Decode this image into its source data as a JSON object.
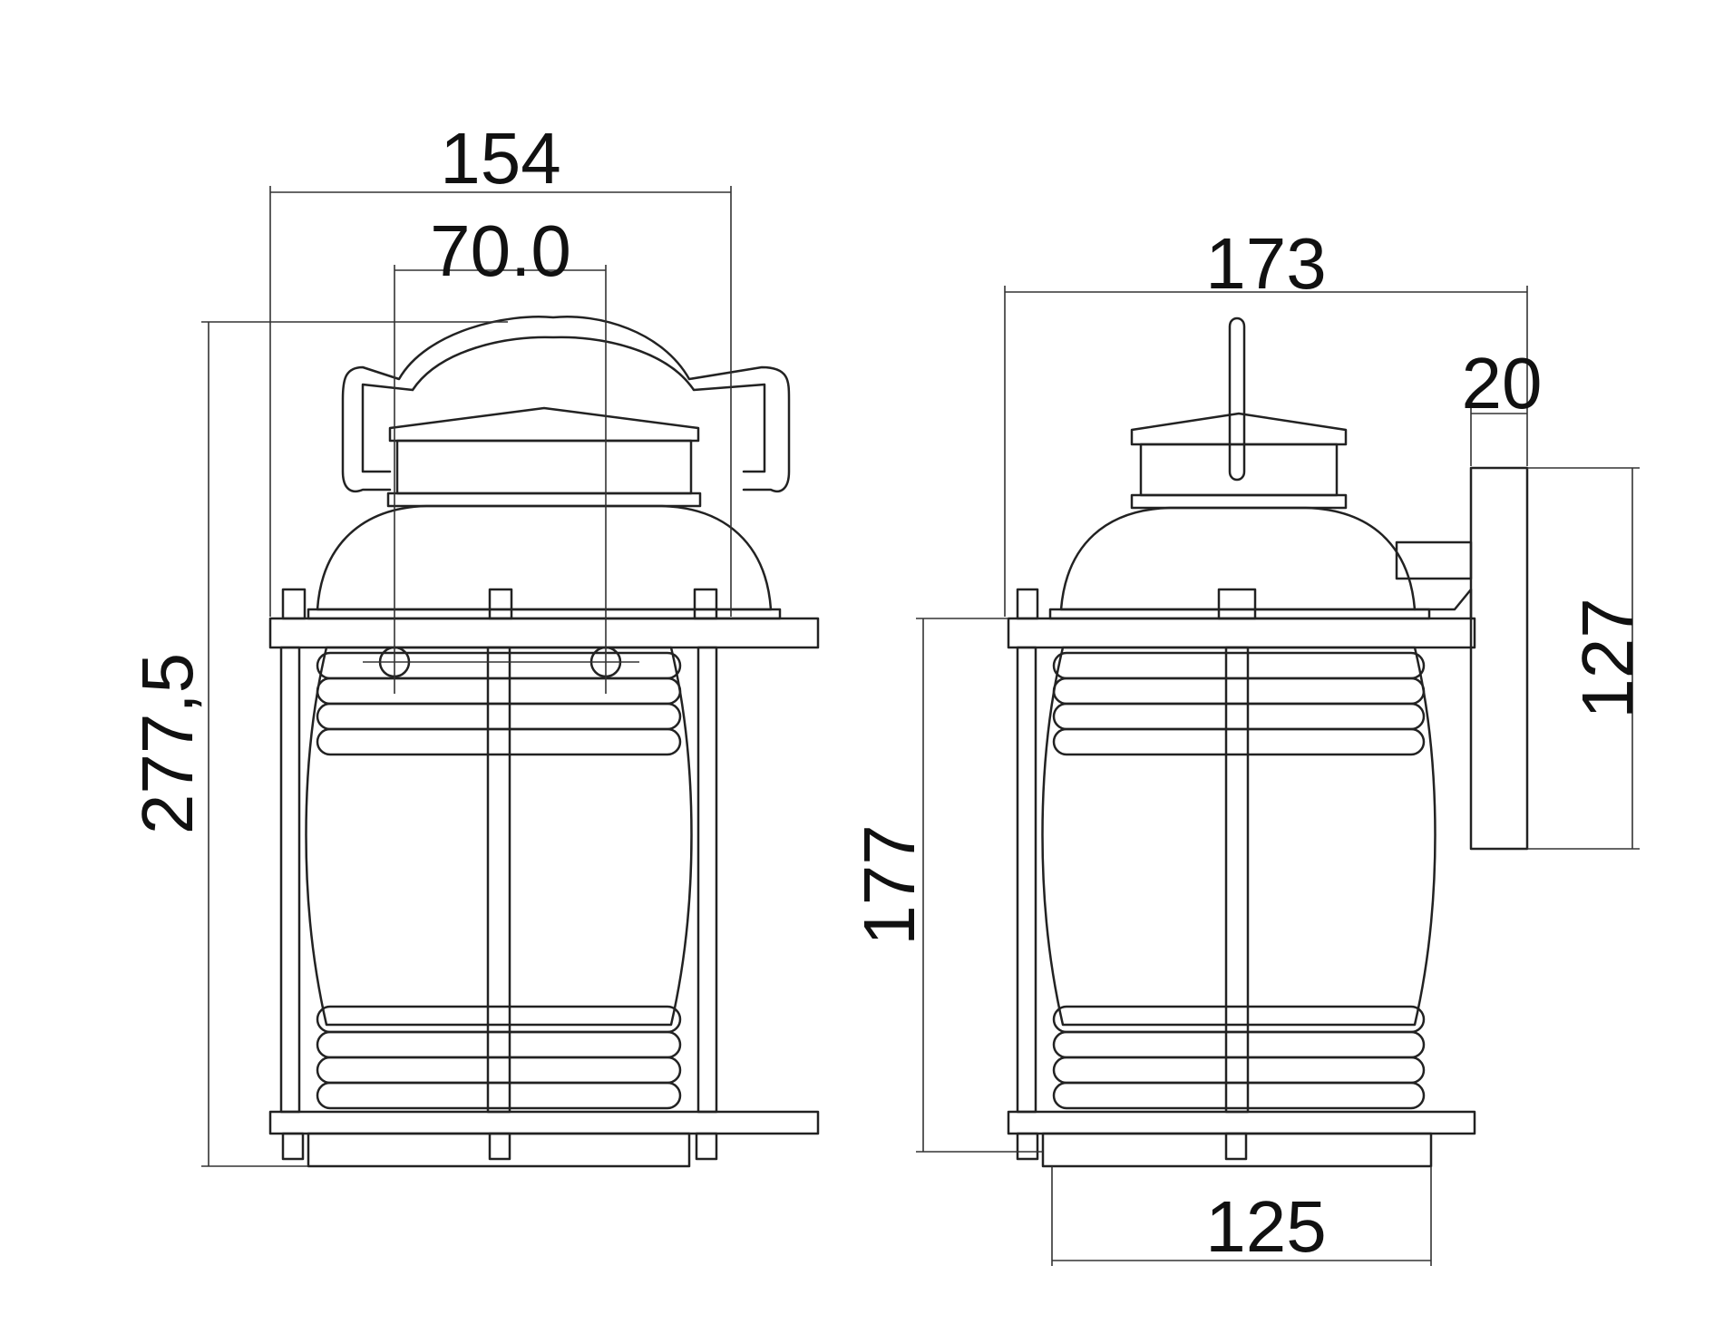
{
  "dimensions": {
    "front_width": "154",
    "mount_spacing": "70.0",
    "total_height": "277,5",
    "side_width": "173",
    "backplate_depth": "20",
    "backplate_height": "127",
    "body_height": "177",
    "base_width": "125"
  },
  "colors": {
    "line": "#222222",
    "background": "#ffffff"
  }
}
